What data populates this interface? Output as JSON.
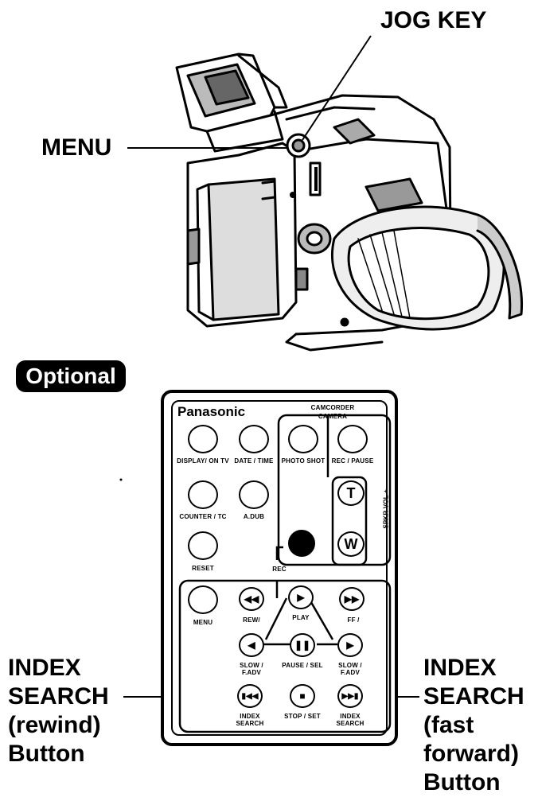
{
  "callouts": {
    "jog_key": "JOG KEY",
    "menu": "MENU",
    "optional": "Optional",
    "index_rewind": [
      "INDEX",
      "SEARCH",
      "(rewind)",
      "Button"
    ],
    "index_ff": [
      "INDEX",
      "SEARCH",
      "(fast",
      "forward)",
      "Button"
    ]
  },
  "remote": {
    "brand": "Panasonic",
    "section_camcorder": "CAMCORDER",
    "section_camera": "CAMERA",
    "buttons": {
      "display": "DISPLAY/ ON TV",
      "date_time": "DATE / TIME",
      "photo_shot": "PHOTO SHOT",
      "rec_pause": "REC / PAUSE",
      "counter": "COUNTER / TC",
      "adub": "A.DUB",
      "reset": "RESET",
      "rec": "REC",
      "menu": "MENU",
      "rew": "REW/",
      "play": "PLAY",
      "ff": "FF /",
      "slow_rev": "SLOW / F.ADV",
      "pause_set": "PAUSE / SEL",
      "slow_fwd": "SLOW / F.ADV",
      "index_rev": "INDEX SEARCH",
      "stop_set": "STOP / SET",
      "index_fwd": "INDEX SEARCH",
      "tele": "T",
      "wide": "W",
      "spkr_vol": "- SPKR VOL +"
    }
  }
}
